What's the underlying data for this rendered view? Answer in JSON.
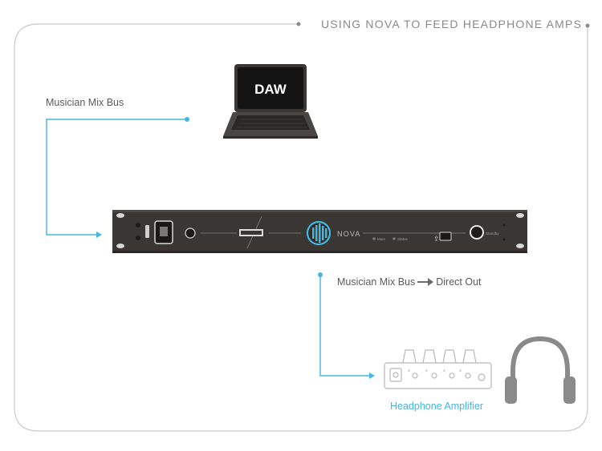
{
  "title": "USING NOVA TO FEED HEADPHONE AMPS",
  "laptop": {
    "screen_text": "DAW"
  },
  "device": {
    "brand": "NOVA",
    "led_mute": "Mute",
    "led_status": "Status",
    "standby": "Standby"
  },
  "labels": {
    "musician_mix_bus": "Musician Mix Bus",
    "output_source": "Musician Mix Bus",
    "output_target": "Direct Out",
    "amp": "Headphone Amplifier"
  },
  "colors": {
    "connector": "#43b7dd",
    "frame": "#c8c8c8",
    "device_body": "#3a3634"
  }
}
